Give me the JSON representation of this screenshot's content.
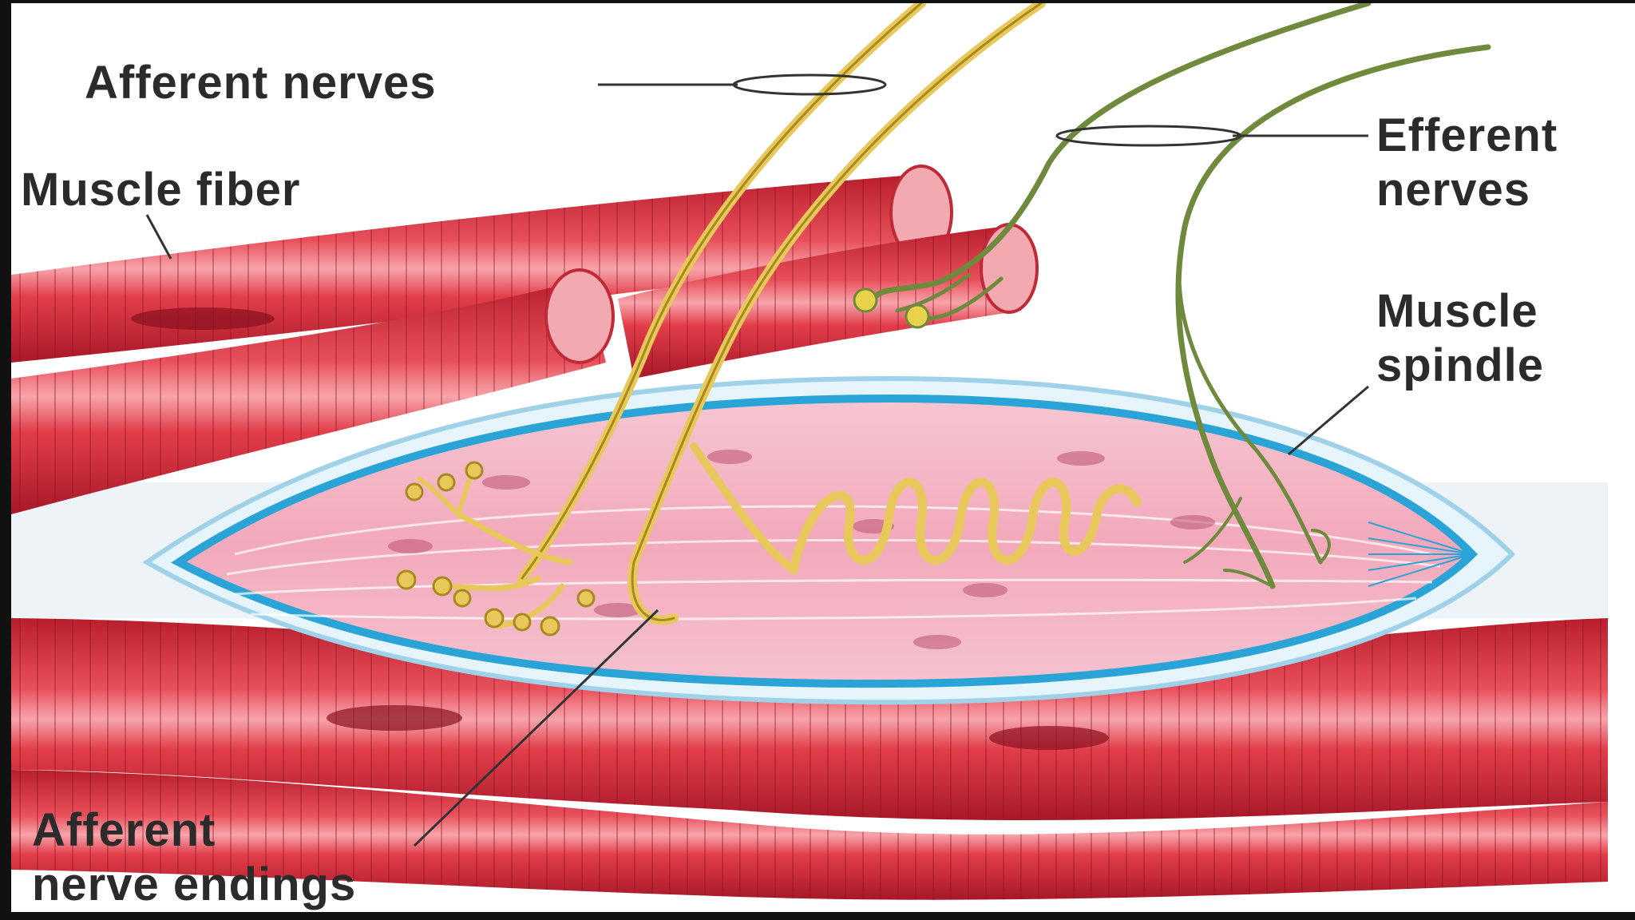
{
  "labels": {
    "afferent_nerves": "Afferent nerves",
    "muscle_fiber": "Muscle fiber",
    "efferent_nerves_line1": "Efferent",
    "efferent_nerves_line2": "nerves",
    "muscle_spindle_line1": "Muscle",
    "muscle_spindle_line2": "spindle",
    "afferent_endings_line1": "Afferent",
    "afferent_endings_line2": "nerve endings"
  },
  "colors": {
    "muscle_red": "#d8323f",
    "muscle_dark": "#a81c2a",
    "muscle_highlight": "#f49aa2",
    "spindle_pink": "#f3b6c4",
    "spindle_border": "#2aa4d6",
    "afferent_yellow": "#e8c85a",
    "efferent_green": "#6f8a3c",
    "leader_line": "#333333"
  }
}
